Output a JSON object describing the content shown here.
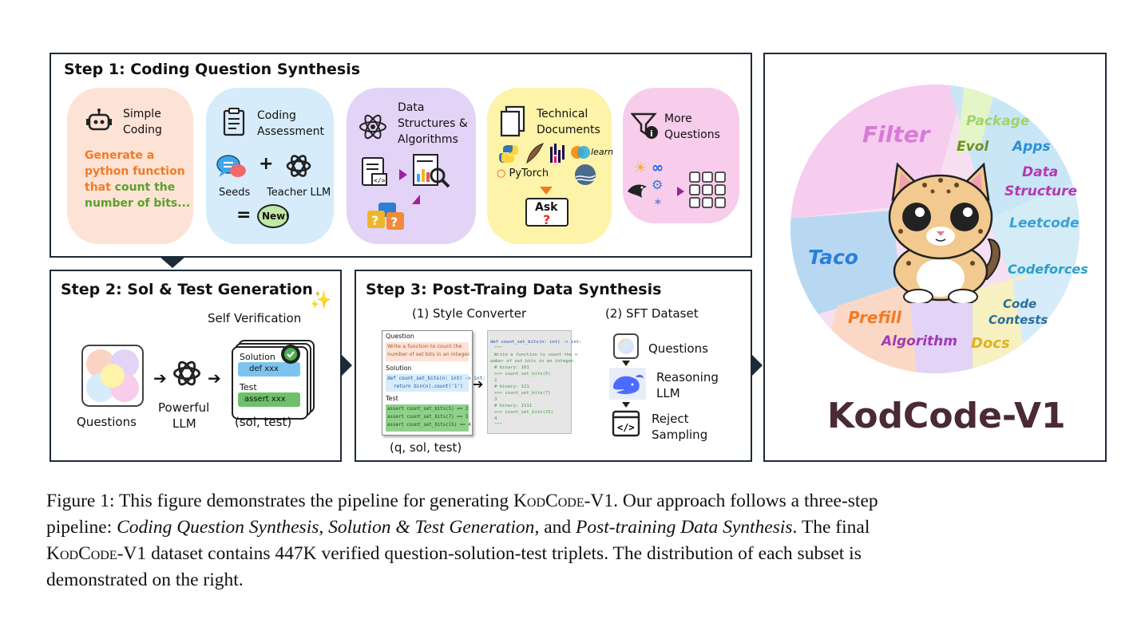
{
  "step1": {
    "title": "Step 1: Coding Question Synthesis",
    "simple": {
      "label1": "Simple",
      "label2": "Coding",
      "gen1": "Generate a",
      "gen2": "python function",
      "gen3a": "that",
      "gen3b": " count the",
      "gen4": "number of bits..."
    },
    "assessment": {
      "label1": "Coding",
      "label2": "Assessment",
      "seeds": "Seeds",
      "teacher": "Teacher LLM",
      "plus": "+",
      "eq": "=",
      "new": "New!"
    },
    "dsa": {
      "label1": "Data",
      "label2": "Structures &",
      "label3": "Algorithms"
    },
    "tech": {
      "label1": "Technical",
      "label2": "Documents",
      "pytorch": "PyTorch",
      "learn": "learn",
      "ask": "Ask"
    },
    "more": {
      "label1": "More",
      "label2": "Questions"
    }
  },
  "step2": {
    "title": "Step 2: Sol & Test Generation",
    "self_verification": "Self Verification",
    "questions": "Questions",
    "llm1": "Powerful",
    "llm2": "LLM",
    "sol_test": "(sol, test)",
    "card_solution": "Solution",
    "card_def": "def xxx",
    "card_test": "Test",
    "card_assert": "assert xxx"
  },
  "step3": {
    "title": "Step 3: Post-Traing Data Synthesis",
    "style_converter": "(1) Style Converter",
    "sft_dataset": "(2) SFT Dataset",
    "q_sol_test": "(q, sol, test)",
    "left_card": {
      "question": "Question",
      "question_text1": "Write a function to count the",
      "question_text2": "number of set bits in an integer.",
      "solution": "Solution",
      "sol1": "def count_set_bits(n: int) -> int:",
      "sol2": "return bin(n).count('1')",
      "test": "Test",
      "t1": "assert count_set_bits(5) == 2",
      "t2": "assert count_set_bits(7) == 3",
      "t3": "assert count_set_bits(15) == 4"
    },
    "right_card": {
      "l1": "def count_set_bits(n: int) -> int:",
      "l2": "\"\"\"",
      "l3": "Write a function to count the n",
      "l4": "umber of set bits in an integer.",
      "l5": "# binary: 101",
      "l6": ">>> count_set_bits(5)",
      "l7": "2",
      "l8": "# binary: 111",
      "l9": ">>> count_set_bits(7)",
      "l10": "3",
      "l11": "# binary: 1111",
      "l12": ">>> count_set_bits(15)",
      "l13": "4",
      "l14": "\"\"\""
    },
    "questions": "Questions",
    "reasoning1": "Reasoning",
    "reasoning2": "LLM",
    "reject1": "Reject",
    "reject2": "Sampling"
  },
  "right_panel": {
    "title": "KodCode-V1",
    "tags": [
      "Filter",
      "Package",
      "Evol",
      "Apps",
      "Data",
      "Structure",
      "Leetcode",
      "Taco",
      "Codeforces",
      "Code",
      "Contests",
      "Prefill",
      "Algorithm",
      "Docs"
    ]
  },
  "caption": {
    "l1a": "Figure 1: This figure demonstrates the pipeline for generating ",
    "l1b": "KodCode-V1",
    "l1c": ". Our approach follows a three-step",
    "l2a": "pipeline: ",
    "l2b": "Coding Question Synthesis",
    "l2c": ", ",
    "l2d": "Solution & Test Generation",
    "l2e": ", and ",
    "l2f": "Post-training Data Synthesis",
    "l2g": ". The final",
    "l3a": "KodCode-V1",
    "l3b": " dataset contains 447K verified question-solution-test triplets. The distribution of each subset is",
    "l4": "demonstrated on the right."
  },
  "colors": {
    "orange": "#f07b25",
    "green": "#5aa02c",
    "blue_accent": "#2b7fd6",
    "border": "#1e2a38",
    "brand": "#4a2a36"
  }
}
